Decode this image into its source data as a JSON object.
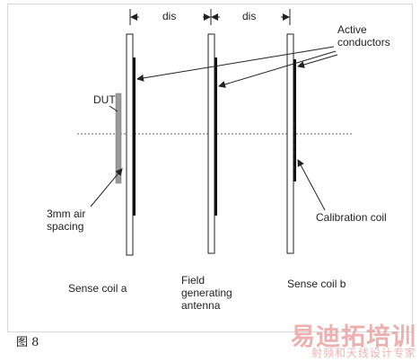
{
  "diagram": {
    "dim_labels": [
      "dis",
      "dis"
    ],
    "active_conductors_label": [
      "Active",
      "conductors"
    ],
    "dut_label": "DUT",
    "air_spacing_label": [
      "3mm air",
      "spacing"
    ],
    "calibration_coil_label": "Calibration coil",
    "sense_coil_a_label": "Sense coil a",
    "field_antenna_label": [
      "Field",
      "generating",
      "antenna"
    ],
    "sense_coil_b_label": "Sense coil b"
  },
  "caption": "图 8",
  "watermark": {
    "brand": "易迪拓培训",
    "subtitle": "射频和天线设计专家"
  }
}
